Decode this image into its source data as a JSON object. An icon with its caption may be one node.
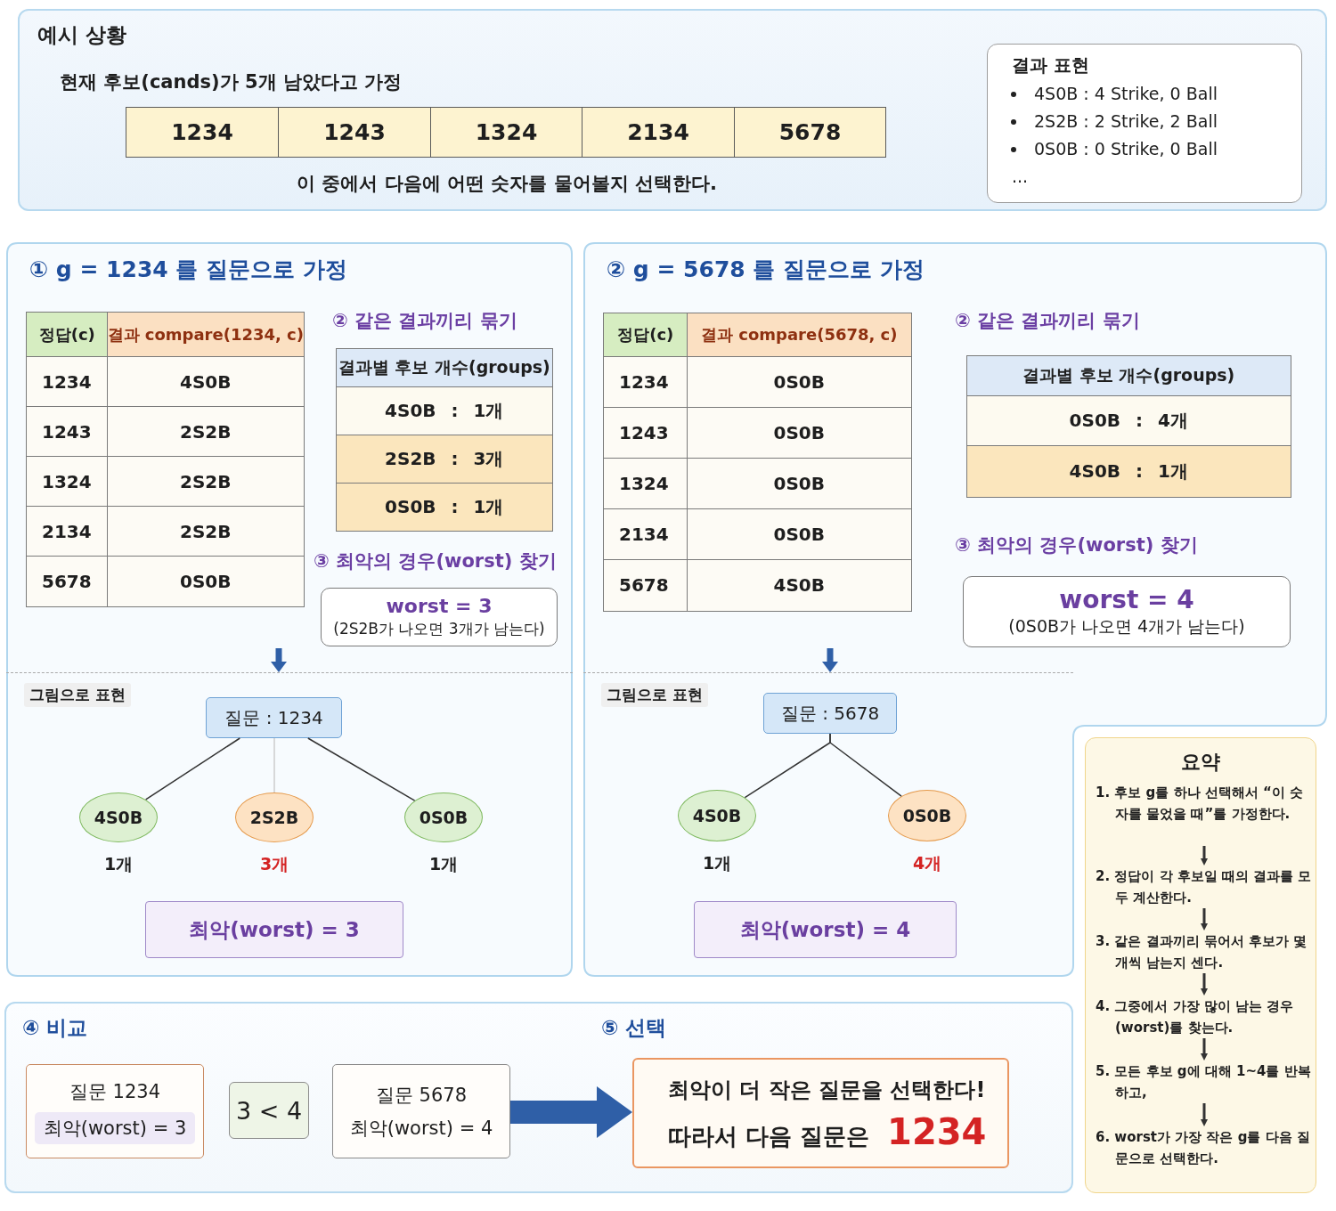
{
  "diagram": {
    "nodes": [
      {
        "text": [
          "예시 상황",
          "현재 후보(cands)가 5개 남았다고 가정",
          "이 중에서 다음에 어떤 숫자를 물어볼지 선택한다."
        ]
      },
      {
        "text": [
          "1234"
        ],
        "in": 0
      },
      {
        "text": [
          "1243"
        ],
        "in": 0
      },
      {
        "text": [
          "1324"
        ],
        "in": 0
      },
      {
        "text": [
          "2134"
        ],
        "in": 0
      },
      {
        "text": [
          "5678"
        ],
        "in": 0
      },
      {
        "text": [
          "결과 표현",
          "4S0B : 4 Strike, 0 Ball",
          "2S2B : 2 Strike, 2 Ball",
          "0S0B : 0 Strike, 0 Ball",
          "..."
        ],
        "in": 0
      },
      {
        "text": [
          "① g = 1234 를 질문으로 가정"
        ]
      },
      {
        "text": [
          "worst = 3",
          "(2S2B가 나오면 3개가 남는다)"
        ],
        "in": 7
      },
      {
        "text": [
          "그림으로 표현"
        ],
        "in": 7
      },
      {
        "text": [
          "질문 : 1234"
        ],
        "in": 9
      },
      {
        "text": [
          "4S0B"
        ],
        "in": 9,
        "beside": [
          "1개"
        ]
      },
      {
        "text": [
          "2S2B"
        ],
        "in": 9,
        "beside": [
          "3개"
        ]
      },
      {
        "text": [
          "0S0B"
        ],
        "in": 9,
        "beside": [
          "1개"
        ]
      },
      {
        "text": [
          "최악(worst) = 3"
        ],
        "in": 9
      },
      {
        "text": [
          "② g = 5678 를 질문으로 가정"
        ]
      },
      {
        "text": [
          "worst = 4",
          "(0S0B가 나오면 4개가 남는다)"
        ],
        "in": 15
      },
      {
        "text": [
          "그림으로 표현"
        ],
        "in": 15
      },
      {
        "text": [
          "질문 : 5678"
        ],
        "in": 17
      },
      {
        "text": [
          "4S0B"
        ],
        "in": 17,
        "beside": [
          "1개"
        ]
      },
      {
        "text": [
          "0S0B"
        ],
        "in": 17,
        "beside": [
          "4개"
        ]
      },
      {
        "text": [
          "최악(worst) = 4"
        ],
        "in": 17
      },
      {
        "text": [
          "④ 비교",
          "⑤ 선택"
        ]
      },
      {
        "text": [
          "질문 1234",
          "최악(worst) = 3"
        ],
        "in": 22
      },
      {
        "text": [
          "3 < 4"
        ],
        "in": 22
      },
      {
        "text": [
          "질문 5678",
          "최악(worst) = 4"
        ],
        "in": 22
      },
      {
        "text": [
          "최악이 더 작은 질문을 선택한다!",
          "따라서 다음 질문은",
          "1234"
        ],
        "in": 22
      },
      {
        "text": [
          "요약"
        ]
      },
      {
        "text": [
          "1. 후보 g를 하나 선택해서 “이 숫자를 물었을 때”를 가정한다."
        ],
        "in": 27
      },
      {
        "text": [
          "2. 정답이 각 후보일 때의 결과를 모두 계산한다."
        ],
        "in": 27
      },
      {
        "text": [
          "3. 같은 결과끼리 묶어서 후보가 몇 개씩 남는지 센다."
        ],
        "in": 27
      },
      {
        "text": [
          "4. 그중에서 가장 많이 남는 경우(worst)를 찾는다."
        ],
        "in": 27
      },
      {
        "text": [
          "5. 모든 후보 g에 대해 1~4를 반복하고,"
        ],
        "in": 27
      },
      {
        "text": [
          "6. worst가 가장 작은 g를 다음 질문으로 선택한다."
        ],
        "in": 27
      }
    ],
    "edges": [
      {
        "from": null,
        "to": 9,
        "arrow": "to",
        "style": "thick",
        "color": "#2f5fa7"
      },
      {
        "from": null,
        "to": 17,
        "arrow": "to",
        "style": "thick",
        "color": "#2f5fa7"
      },
      {
        "from": 10,
        "to": 11,
        "arrow": "none"
      },
      {
        "from": 10,
        "to": 12,
        "arrow": "none",
        "color": "#cccccc"
      },
      {
        "from": 10,
        "to": 13,
        "arrow": "none"
      },
      {
        "from": 18,
        "to": 19,
        "arrow": "none"
      },
      {
        "from": 18,
        "to": 20,
        "arrow": "none"
      },
      {
        "from": 25,
        "to": 26,
        "arrow": "to",
        "style": "thick",
        "color": "#2f5fa7"
      },
      {
        "from": 28,
        "to": 29,
        "arrow": "to"
      },
      {
        "from": 29,
        "to": 30,
        "arrow": "to"
      },
      {
        "from": 30,
        "to": 31,
        "arrow": "to"
      },
      {
        "from": 31,
        "to": 32,
        "arrow": "to"
      },
      {
        "from": 32,
        "to": 33,
        "arrow": "to"
      }
    ],
    "labels": [
      "정답(c)",
      "결과 compare(1234, c)",
      "1234",
      "4S0B",
      "1243",
      "2S2B",
      "1324",
      "2S2B",
      "2134",
      "2S2B",
      "5678",
      "0S0B",
      "② 같은 결과끼리 묶기",
      "결과별 후보 개수(groups)",
      "4S0B : 1개",
      "2S2B : 3개",
      "0S0B : 1개",
      "③ 최악의 경우(worst) 찾기",
      "정답(c)",
      "결과 compare(5678, c)",
      "1234",
      "0S0B",
      "1243",
      "0S0B",
      "1324",
      "0S0B",
      "2134",
      "0S0B",
      "5678",
      "4S0B",
      "② 같은 결과끼리 묶기",
      "결과별 후보 개수(groups)",
      "0S0B : 4개",
      "4S0B : 1개",
      "③ 최악의 경우(worst) 찾기"
    ]
  }
}
